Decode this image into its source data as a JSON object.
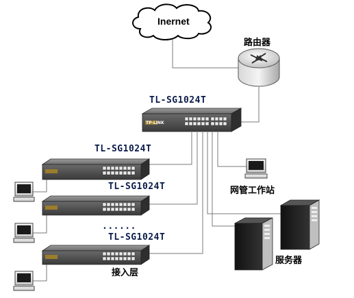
{
  "cloud": {
    "label": "Inernet"
  },
  "router": {
    "label": "路由器"
  },
  "core_switch": {
    "label": "TL-SG1024T"
  },
  "access_switches": [
    {
      "label": "TL-SG1024T"
    },
    {
      "label": "TL-SG1024T"
    },
    {
      "label": "TL-SG1024T"
    }
  ],
  "ellipsis": "......",
  "workstation": {
    "label": "网管工作站"
  },
  "servers": {
    "label": "服务器"
  },
  "access_layer": {
    "label": "接入层"
  },
  "brand_mark": "TP-LINK"
}
